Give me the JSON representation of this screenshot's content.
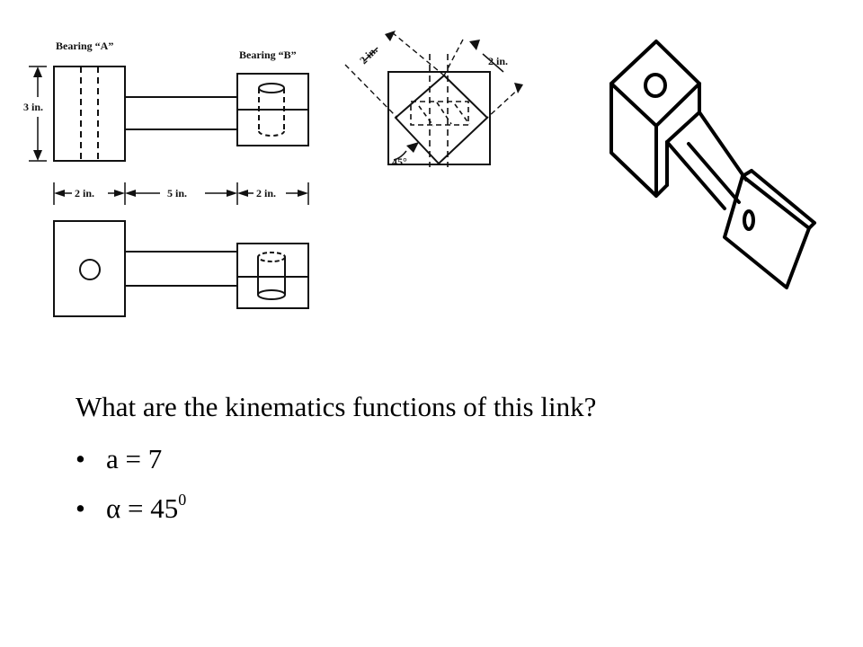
{
  "drawing": {
    "bearing_a_label": "Bearing “A”",
    "bearing_b_label": "Bearing “B”",
    "height_dim": "3 in.",
    "dim_left": "2 in.",
    "dim_middle": "5 in.",
    "dim_right": "2 in.",
    "end_dim_left": "2 in.",
    "end_dim_right": "2 in.",
    "angle_label": "45°"
  },
  "text": {
    "question": "What are the kinematics functions of this link?",
    "bullet_symbol": "•",
    "bullet1": "a = 7",
    "bullet2_symbol": "α",
    "bullet2_rest": " = 45",
    "bullet2_sup": "0"
  }
}
